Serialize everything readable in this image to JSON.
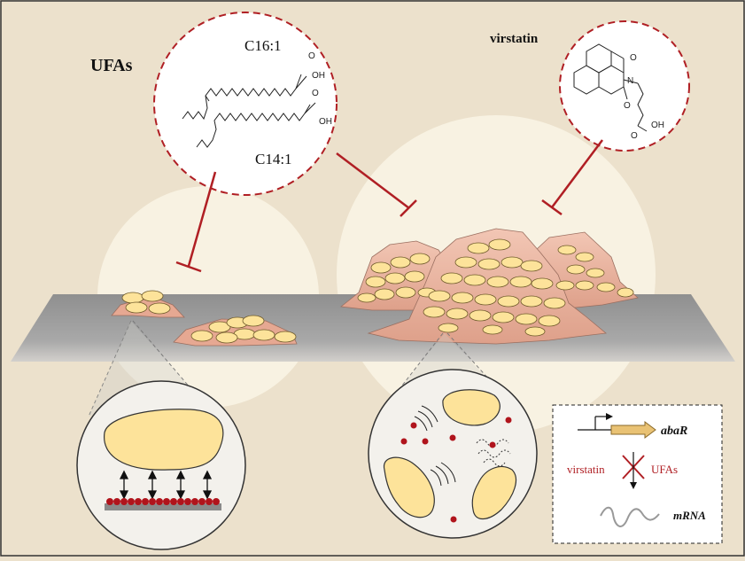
{
  "labels": {
    "ufas": "UFAs",
    "c16": "C16:1",
    "c14": "C14:1",
    "virstatin": "virstatin",
    "oh1": "OH",
    "oh2": "OH",
    "oh3": "OH",
    "o1": "O",
    "o2": "O",
    "o3": "O",
    "o4": "O",
    "o5": "O",
    "n": "N"
  },
  "legend": {
    "gene": "abaR",
    "virstatin": "virstatin",
    "ufas": "UFAs",
    "mrna": "mRNA"
  },
  "colors": {
    "background": "#ece1cc",
    "inhibition": "#b01f24",
    "bacteria_fill": "#fde39a",
    "matrix_fill": "#ecb8a3",
    "surface": "#9b9b9b",
    "dot": "#b0141c"
  },
  "icons": [
    "inhibition-bar-icon",
    "double-arrow-icon",
    "red-x-icon",
    "promoter-arrow-icon",
    "gene-arrow-icon",
    "mrna-squiggle-icon"
  ]
}
